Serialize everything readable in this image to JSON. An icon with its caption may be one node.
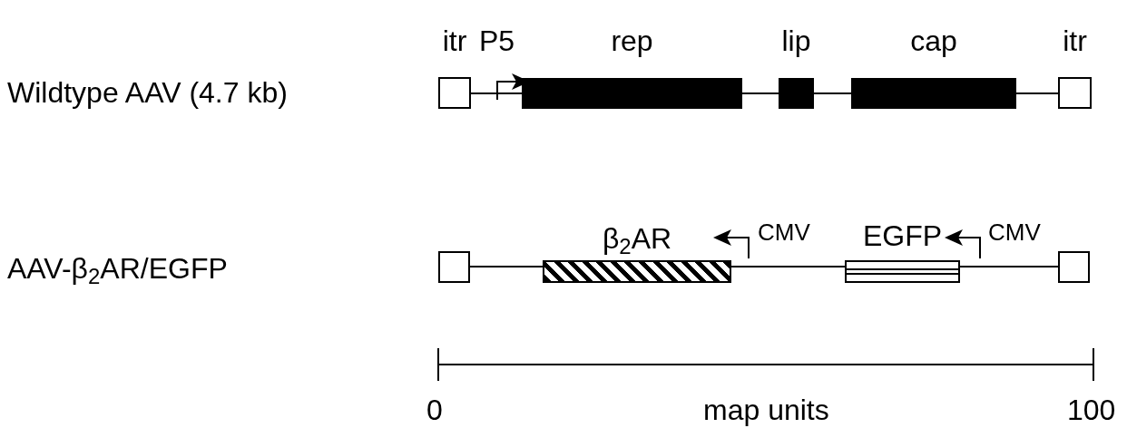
{
  "diagram": {
    "nodes": [
      {
        "text": [
          "itr"
        ]
      },
      {
        "text": [
          "rep"
        ]
      },
      {
        "text": [
          "lip"
        ]
      },
      {
        "text": [
          "cap"
        ]
      },
      {
        "text": [
          "itr"
        ]
      },
      {
        "text": [],
        "shape": "box"
      },
      {
        "text": [
          "β$_{2}$AR"
        ]
      },
      {
        "text": [
          "EGFP"
        ]
      },
      {
        "text": [],
        "shape": "box"
      }
    ],
    "edges": [
      {
        "from": 0,
        "to": 1,
        "arrow": "none"
      },
      {
        "from": 1,
        "to": 2,
        "arrow": "none"
      },
      {
        "from": 2,
        "to": 3,
        "arrow": "none"
      },
      {
        "from": 3,
        "to": 4,
        "arrow": "none"
      },
      {
        "from": 5,
        "to": 6,
        "arrow": "none"
      },
      {
        "from": 6,
        "to": 7,
        "arrow": "none"
      },
      {
        "from": 7,
        "to": 8,
        "arrow": "none"
      }
    ],
    "labels": [
      "Wildtype AAV (4.7 kb)",
      "P5",
      "AAV-β$_{2}$AR/EGFP",
      "CMV",
      "CMV",
      "0",
      "map units",
      "100"
    ]
  }
}
